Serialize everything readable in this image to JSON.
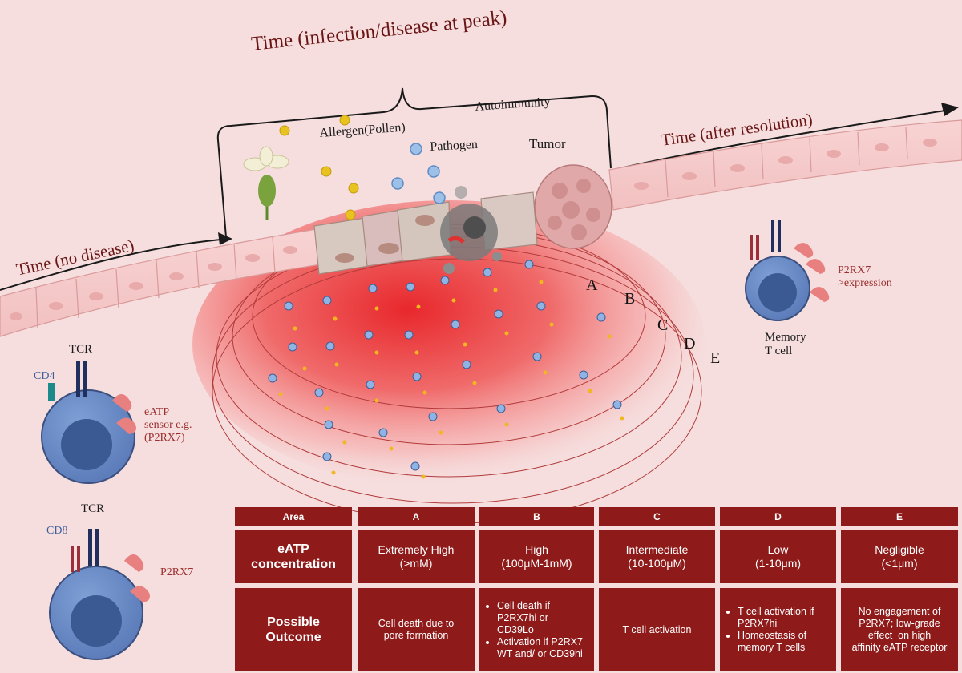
{
  "titles": {
    "peak": "Time (infection/disease at peak)",
    "no_disease": "Time (no disease)",
    "after_resolution": "Time (after resolution)"
  },
  "triggers": {
    "allergen": "Allergen(Pollen)",
    "pathogen": "Pathogen",
    "autoimmunity": "Autoimmunity",
    "tumor": "Tumor"
  },
  "zones": [
    "A",
    "B",
    "C",
    "D",
    "E"
  ],
  "cd4_cell": {
    "tcr": "TCR",
    "coreceptor": "CD4",
    "sensor": "eATP\nsensor e.g.\n(P2RX7)"
  },
  "cd8_cell": {
    "tcr": "TCR",
    "coreceptor": "CD8",
    "receptor": "P2RX7"
  },
  "memory_cell": {
    "label": "Memory\nT cell",
    "receptor": "P2RX7\n>expression"
  },
  "table": {
    "area_header": "Area",
    "columns": [
      "A",
      "B",
      "C",
      "D",
      "E"
    ],
    "concentration_label": "eATP\nconcentration",
    "concentration": [
      "Extremely High\n(>mM)",
      "High\n(100μM-1mM)",
      "Intermediate\n(10-100μM)",
      "Low\n(1-10μm)",
      "Negligible\n(<1μm)"
    ],
    "outcome_label": "Possible\nOutcome",
    "outcome": {
      "A": "Cell death due to\npore formation",
      "B": [
        "Cell death if P2RX7hi or CD39Lo",
        "Activation if P2RX7 WT and/ or CD39hi"
      ],
      "C": "T cell activation",
      "D": [
        "T cell activation if P2RX7hi",
        "Homeostasis of memory T cells"
      ],
      "E": "No engagement of\nP2RX7; low-grade\neffect  on high\naffinity eATP receptor"
    }
  },
  "colors": {
    "background": "#f6dede",
    "table_cell": "#8e1a1a",
    "title_text": "#6a1515",
    "gradient_core": "#e8282c"
  }
}
